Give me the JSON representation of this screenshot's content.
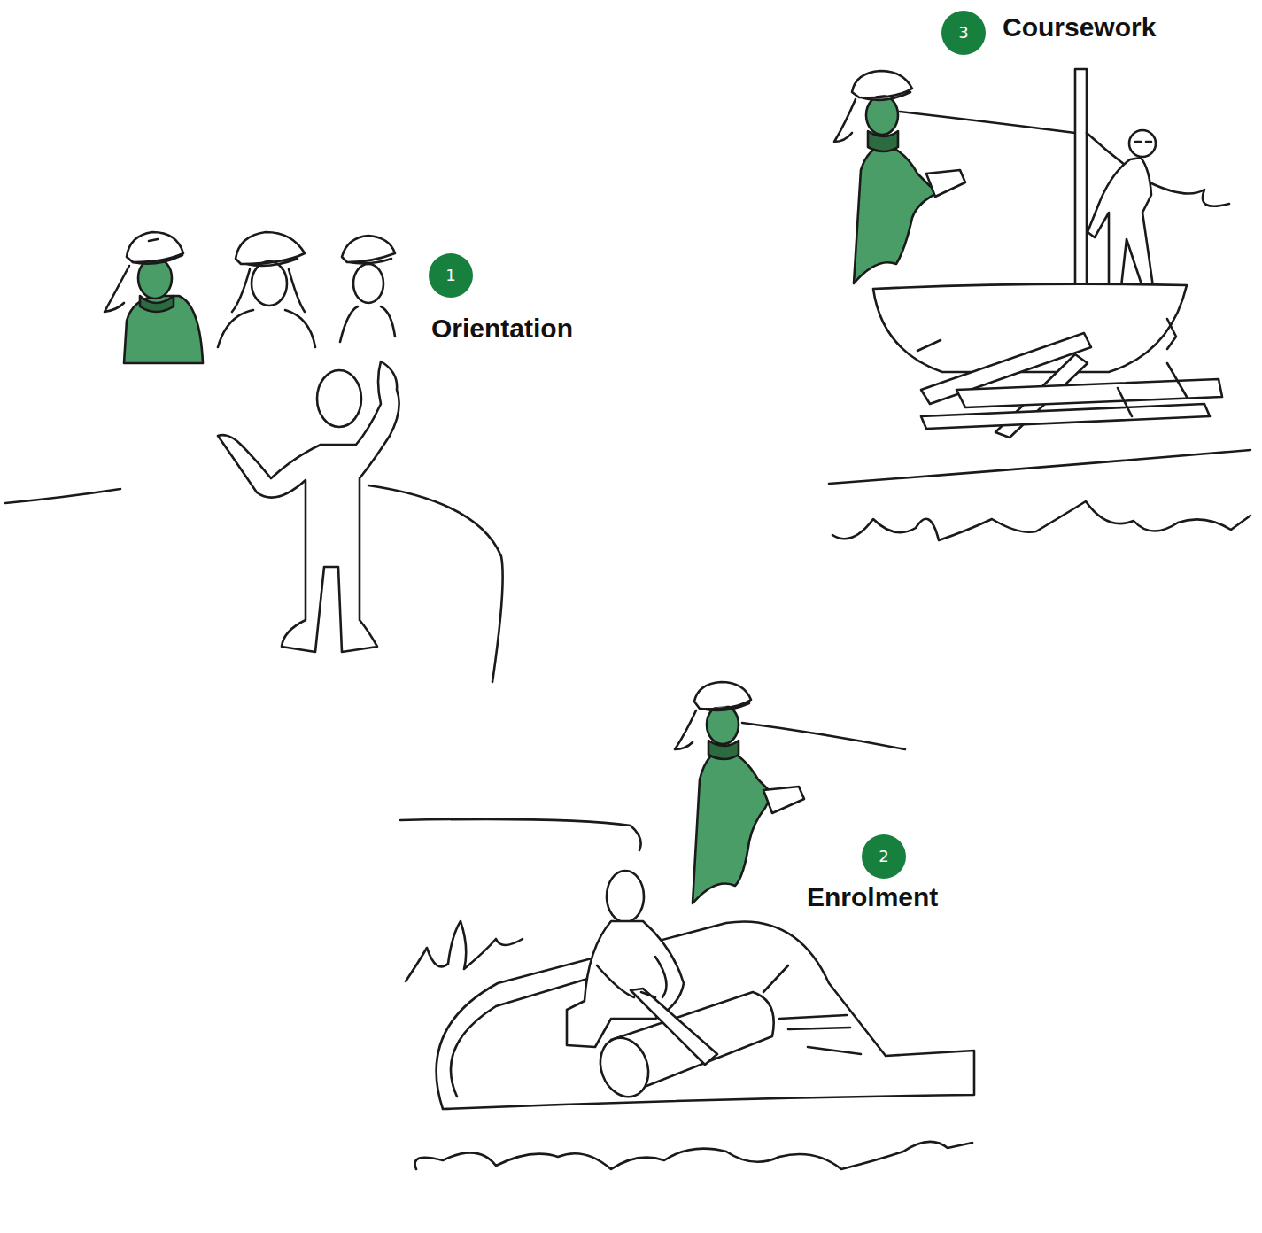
{
  "diagram": {
    "nodes": [
      {
        "text": [
          "1",
          "Orientation"
        ]
      },
      {
        "text": [
          "2",
          "Enrolment"
        ]
      },
      {
        "text": [
          "3",
          "Coursework"
        ]
      }
    ]
  }
}
